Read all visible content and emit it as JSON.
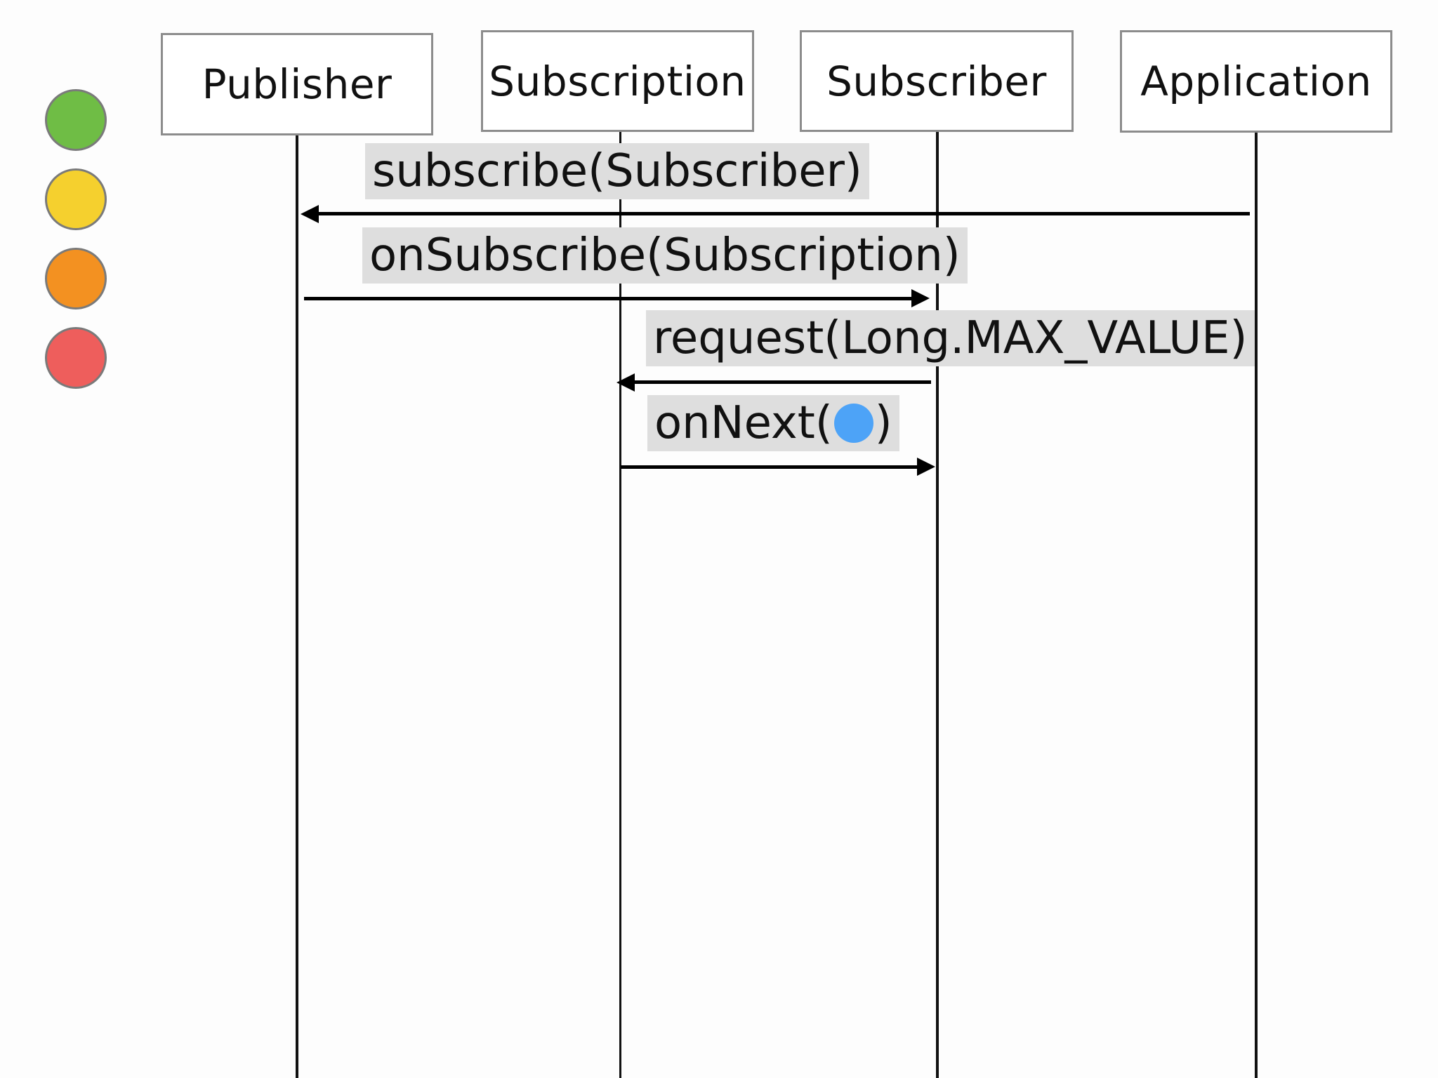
{
  "participants": [
    {
      "label": "Publisher"
    },
    {
      "label": "Subscription"
    },
    {
      "label": "Subscriber"
    },
    {
      "label": "Application"
    }
  ],
  "messages": [
    {
      "label": "subscribe(Subscriber)",
      "from": "Application",
      "to": "Publisher"
    },
    {
      "label": "onSubscribe(Subscription)",
      "from": "Publisher",
      "to": "Subscriber"
    },
    {
      "label": "request(Long.MAX_VALUE)",
      "from": "Subscriber",
      "to": "Subscription"
    },
    {
      "label_prefix": "onNext(",
      "label_suffix": ")",
      "item_color": "#4da3f7",
      "from": "Subscription",
      "to": "Subscriber"
    }
  ],
  "status_dots": [
    {
      "color": "#6fbd45"
    },
    {
      "color": "#f5d02e"
    },
    {
      "color": "#f39121"
    },
    {
      "color": "#ee5e5c"
    }
  ]
}
